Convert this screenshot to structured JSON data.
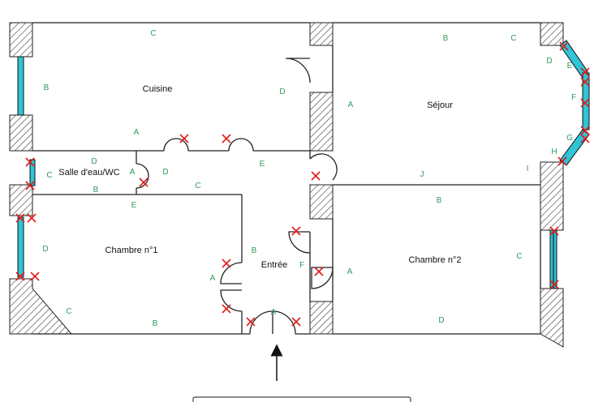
{
  "rooms": {
    "cuisine": "Cuisine",
    "sejour": "Séjour",
    "salle_eau": "Salle d'eau/WC",
    "chambre1": "Chambre n°1",
    "chambre2": "Chambre n°2",
    "entree": "Entrée"
  },
  "wall_labels": {
    "cuisine_top": "C",
    "cuisine_left": "B",
    "cuisine_right": "D",
    "cuisine_bottom": "A",
    "sejour_top_b": "B",
    "sejour_top_c": "C",
    "sejour_left": "A",
    "sejour_d": "D",
    "sejour_e": "E",
    "sejour_f": "F",
    "sejour_g": "G",
    "sejour_h": "H",
    "sejour_i": "I",
    "sejour_j": "J",
    "sdb_c": "C",
    "sdb_d": "D",
    "sdb_a": "A",
    "sdb_b": "B",
    "sdb_dr": "D",
    "couloir_e": "E",
    "couloir_c": "C",
    "ch1_e": "E",
    "ch1_d": "D",
    "ch1_c": "C",
    "ch1_b": "B",
    "entree_b": "B",
    "entree_a_left": "A",
    "entree_a_bottom": "A",
    "entree_f": "F",
    "ch2_a": "A",
    "ch2_b": "B",
    "ch2_c": "C",
    "ch2_d": "D"
  },
  "colors": {
    "wall_hatch": "#555555",
    "window_fill": "#2fc4d6",
    "marker": "#e01b1b",
    "wall_label": "#2e9a5a"
  }
}
